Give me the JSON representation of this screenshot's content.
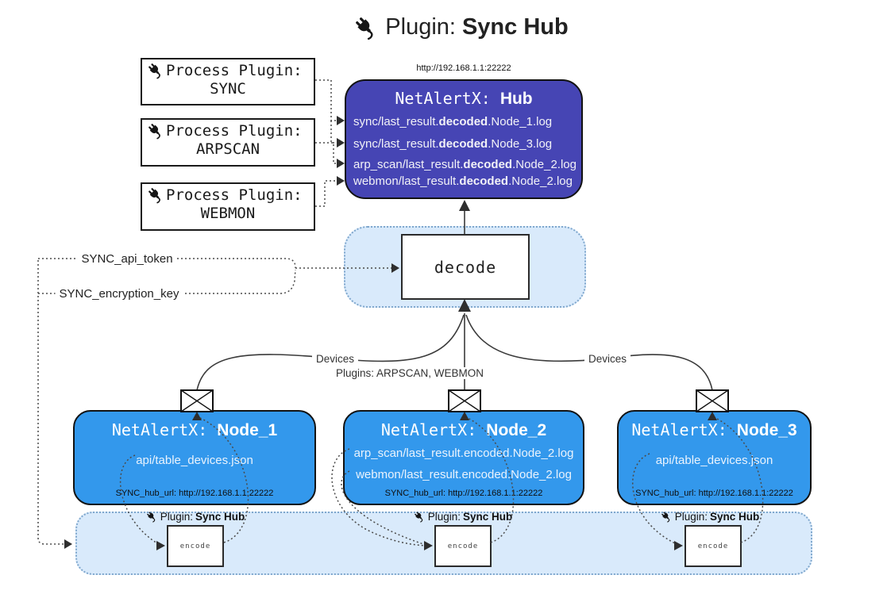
{
  "title": {
    "prefix": "Plugin: ",
    "bold": "Sync Hub"
  },
  "process_plugins": [
    {
      "line1": "Process Plugin:",
      "line2": "SYNC"
    },
    {
      "line1": "Process Plugin:",
      "line2": "ARPSCAN"
    },
    {
      "line1": "Process Plugin:",
      "line2": "WEBMON"
    }
  ],
  "hub": {
    "url": "http://192.168.1.1:22222",
    "title_mono": "NetAlertX: ",
    "title_bold": "Hub",
    "logs": [
      {
        "pre": "sync/last_result.",
        "bold": "decoded",
        "post": ".Node_1.log"
      },
      {
        "pre": "sync/last_result.",
        "bold": "decoded",
        "post": ".Node_3.log"
      },
      {
        "pre": "arp_scan/last_result.",
        "bold": "decoded",
        "post": ".Node_2.log"
      },
      {
        "pre": "webmon/last_result.",
        "bold": "decoded",
        "post": ".Node_2.log"
      }
    ]
  },
  "decode": {
    "label": "decode"
  },
  "secrets": {
    "api_token": "SYNC_api_token",
    "encryption_key": "SYNC_encryption_key"
  },
  "edge_labels": {
    "devices_left": "Devices",
    "plugins": "Plugins: ARPSCAN, WEBMON",
    "devices_right": "Devices"
  },
  "nodes": [
    {
      "title_mono": "NetAlertX: ",
      "title_bold": "Node_1",
      "files": [
        "api/table_devices.json"
      ],
      "hub_url": "SYNC_hub_url: http://192.168.1.1:22222"
    },
    {
      "title_mono": "NetAlertX: ",
      "title_bold": "Node_2",
      "files": [
        "arp_scan/last_result.encoded.Node_2.log",
        "webmon/last_result.encoded.Node_2.log"
      ],
      "hub_url": "SYNC_hub_url: http://192.168.1.1:22222"
    },
    {
      "title_mono": "NetAlertX: ",
      "title_bold": "Node_3",
      "files": [
        "api/table_devices.json"
      ],
      "hub_url": "SYNC_hub_url: http://192.168.1.1:22222"
    }
  ],
  "bar": {
    "instances": [
      {
        "label_prefix": "Plugin: ",
        "label_bold": "Sync Hub",
        "encode_label": "encode"
      },
      {
        "label_prefix": "Plugin: ",
        "label_bold": "Sync Hub",
        "encode_label": "encode"
      },
      {
        "label_prefix": "Plugin: ",
        "label_bold": "Sync Hub",
        "encode_label": "encode"
      }
    ]
  },
  "colors": {
    "hub_fill": "#4645b4",
    "node_fill": "#3398ec",
    "panel_fill": "#d9eafb",
    "panel_border": "#7fa7cd",
    "line": "#3a3a3a"
  }
}
